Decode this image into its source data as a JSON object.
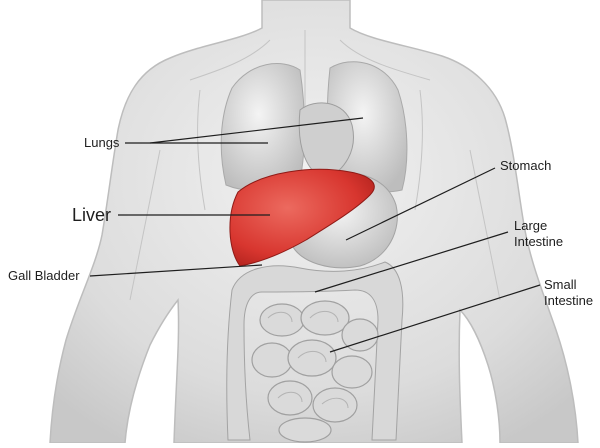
{
  "labels": {
    "lungs": "Lungs",
    "liver": "Liver",
    "gall_bladder": "Gall Bladder",
    "stomach": "Stomach",
    "large_intestine": [
      "Large",
      "Intestine"
    ],
    "small_intestine": [
      "Small",
      "Intestine"
    ]
  },
  "colors": {
    "background": "#ffffff",
    "body": "#e6e6e6",
    "organ": "#d4d4d4",
    "liver": "#dc3b35",
    "leader_line": "#1e1e1e"
  }
}
